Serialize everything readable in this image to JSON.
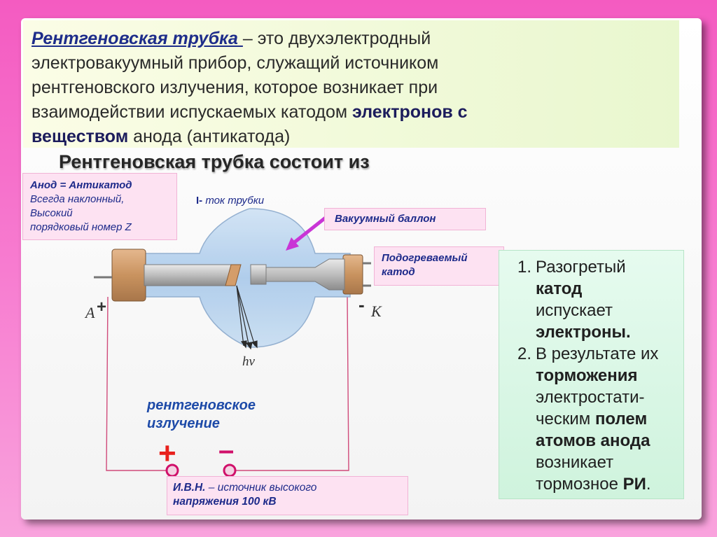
{
  "definition": {
    "term": "Рентгеновская трубка ",
    "line1_rest": " – это двухэлектродный",
    "line2": "электровакуумный прибор, служащий источником",
    "line3": "рентгеновского излучения, которое возникает при",
    "line4_a": "взаимодействии испускаемых катодом ",
    "line4_b": "электронов с",
    "line5_a": "веществом",
    "line5_b": " анода (антикатода)"
  },
  "subtitle": "Рентгеновская трубка состоит из",
  "anode_label": {
    "title": "Анод = Антикатод",
    "line2": "Всегда наклонный,",
    "line3": "Высокий",
    "line4": "порядковый номер Z"
  },
  "current_label": {
    "symbol": "I-",
    "text": " ток трубки"
  },
  "vacuum_label": "Вакуумный баллон",
  "cathode_label": {
    "line1": "Подогреваемый",
    "line2": "катод"
  },
  "diagram_labels": {
    "anode_letter": "A",
    "plus_sign": "+",
    "cathode_letter": "K",
    "minus_sign": "-",
    "photon": "hv"
  },
  "xray_label": {
    "line1": "рентгеновское",
    "line2": "излучение"
  },
  "power": {
    "plus": "+",
    "minus": "–"
  },
  "ivn_label": {
    "abbr": "И.В.Н.",
    "text1": " – источник высокого",
    "text2": "напряжения 100 кВ"
  },
  "steps": [
    {
      "num": "1.",
      "lines": [
        {
          "t": "Разогретый",
          "b": false
        },
        {
          "t": "катод",
          "b": true
        },
        {
          "t": "испускает",
          "b": false
        },
        {
          "t": "электроны.",
          "b": true
        }
      ]
    },
    {
      "num": "2.",
      "lines": [
        {
          "t": "В результате их",
          "b": false
        },
        {
          "t": "торможения",
          "b": true
        },
        {
          "t": "электростати-",
          "b": false
        }
      ]
    }
  ],
  "step2_tail": {
    "l4a": "ческим ",
    "l4b": "полем",
    "l5": "атомов  анода",
    "l6": "возникает",
    "l7a": "тормозное ",
    "l7b": "РИ",
    "l7c": "."
  },
  "colors": {
    "background": "#f45bc1",
    "definition_bg": "#eef8d8",
    "label_bg": "#fde2f2",
    "label_text": "#1d2a8a",
    "list_bg": "#dcf7e6",
    "circuit_wire": "#d04a7a",
    "power_plus": "#e8201c",
    "power_minus": "#d0106a",
    "vacuum_arrow": "#c935d6"
  }
}
